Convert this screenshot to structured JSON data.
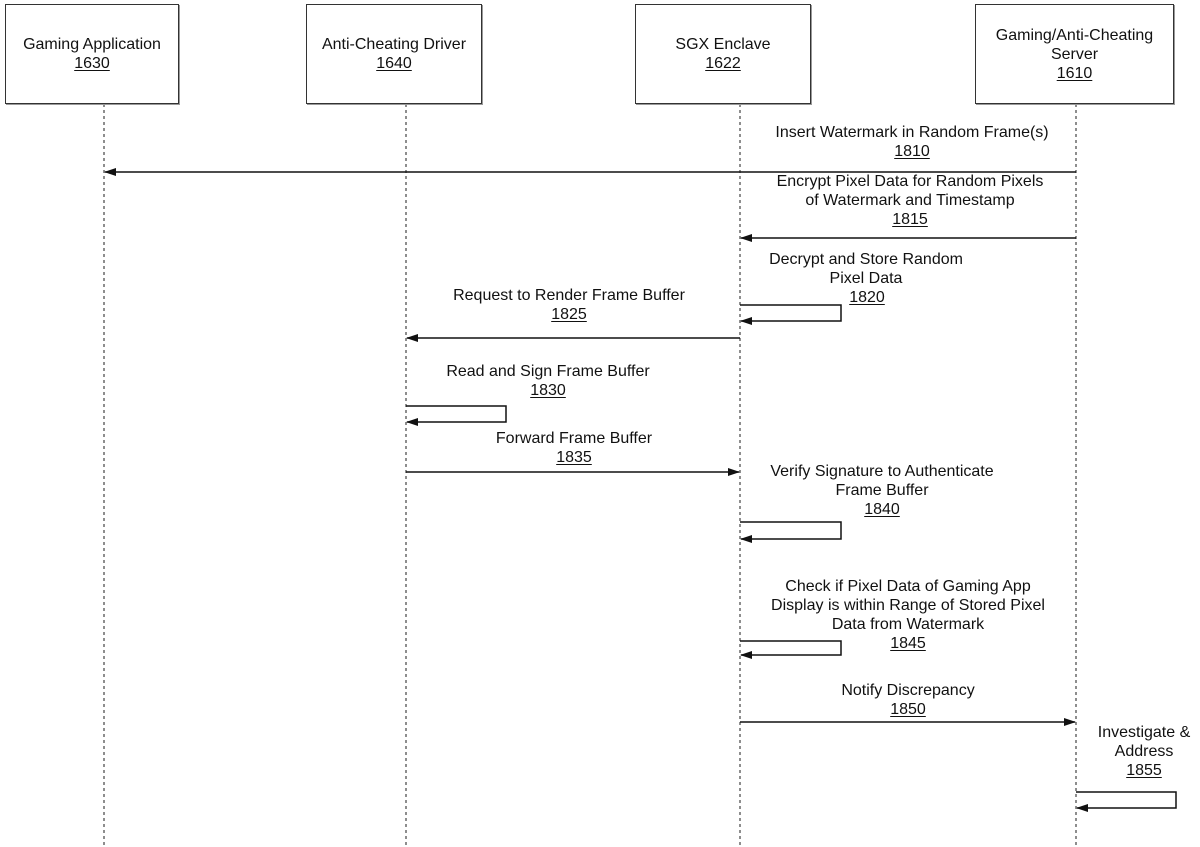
{
  "diagram": {
    "type": "sequence",
    "actors": [
      {
        "id": "app",
        "name": "Gaming Application",
        "ref": "1630"
      },
      {
        "id": "driver",
        "name": "Anti-Cheating Driver",
        "ref": "1640"
      },
      {
        "id": "enclave",
        "name": "SGX Enclave",
        "ref": "1622"
      },
      {
        "id": "server",
        "name": "Gaming/Anti-Cheating Server",
        "ref": "1610"
      }
    ],
    "messages": [
      {
        "from": "server",
        "to": "app",
        "lines": [
          "Insert Watermark in Random Frame(s)"
        ],
        "ref": "1810"
      },
      {
        "from": "server",
        "to": "enclave",
        "lines": [
          "Encrypt Pixel Data for Random Pixels",
          "of Watermark and Timestamp"
        ],
        "ref": "1815"
      },
      {
        "from": "enclave",
        "to": "enclave",
        "lines": [
          "Decrypt and Store Random",
          "Pixel Data"
        ],
        "ref": "1820"
      },
      {
        "from": "enclave",
        "to": "driver",
        "lines": [
          "Request to Render Frame Buffer"
        ],
        "ref": "1825"
      },
      {
        "from": "driver",
        "to": "driver",
        "lines": [
          "Read and Sign Frame Buffer"
        ],
        "ref": "1830"
      },
      {
        "from": "driver",
        "to": "enclave",
        "lines": [
          "Forward Frame Buffer"
        ],
        "ref": "1835"
      },
      {
        "from": "enclave",
        "to": "enclave",
        "lines": [
          "Verify Signature to Authenticate",
          "Frame Buffer"
        ],
        "ref": "1840"
      },
      {
        "from": "enclave",
        "to": "enclave",
        "lines": [
          "Check if Pixel Data of Gaming App",
          "Display is within Range of Stored Pixel",
          "Data from Watermark"
        ],
        "ref": "1845"
      },
      {
        "from": "enclave",
        "to": "server",
        "lines": [
          "Notify Discrepancy"
        ],
        "ref": "1850"
      },
      {
        "from": "server",
        "to": "server",
        "lines": [
          "Investigate &",
          "Address"
        ],
        "ref": "1855"
      }
    ]
  }
}
